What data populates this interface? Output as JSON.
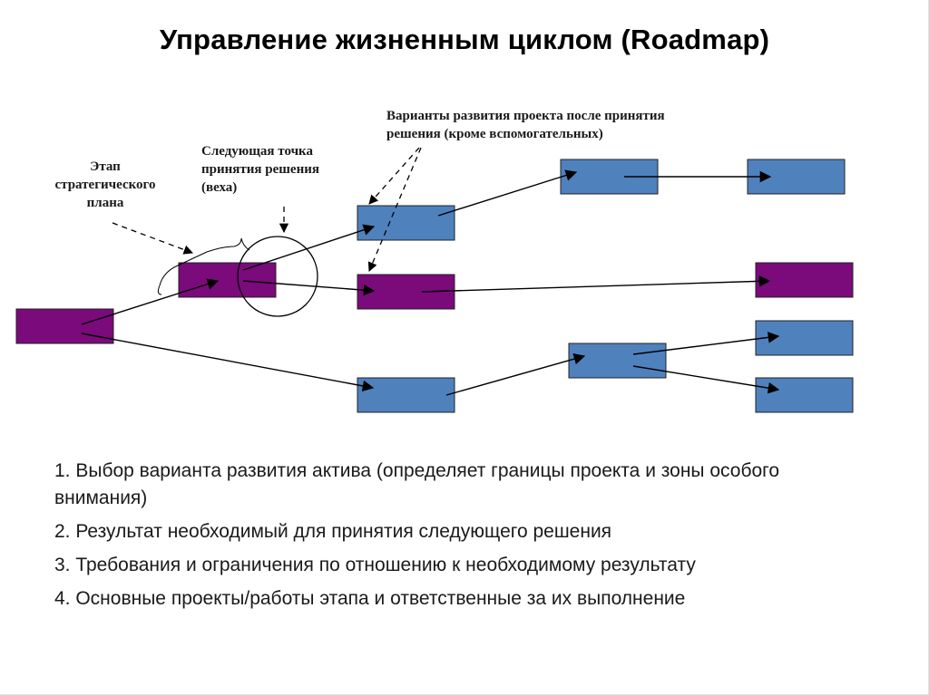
{
  "title": "Управление жизненным циклом (Roadmap)",
  "notes": {
    "stage": [
      "Этап",
      "стратегического",
      "плана"
    ],
    "milestone": [
      "Следующая точка",
      "принятия решения",
      "(веха)"
    ],
    "variants": [
      "Варианты развития проекта после принятия",
      "решения (кроме вспомогательных)"
    ]
  },
  "colors": {
    "blue_box": "#4F81BD",
    "purple_box": "#7B0A7B",
    "line": "#000000"
  },
  "list": [
    "1. Выбор варианта развития актива (определяет границы проекта и зоны особого внимания)",
    "2. Результат необходимый для принятия следующего решения",
    "3. Требования и ограничения по отношению к необходимому результату",
    "4. Основные проекты/работы этапа и ответственные за их выполнение"
  ]
}
